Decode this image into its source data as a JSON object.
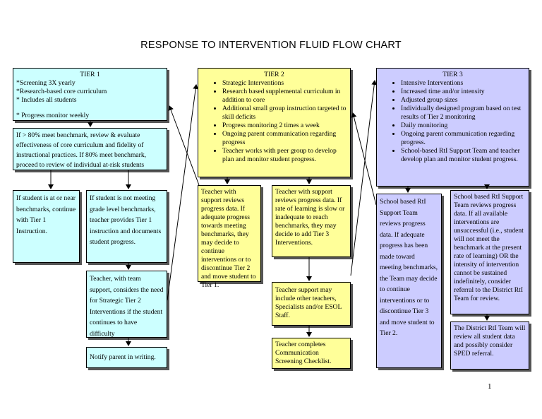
{
  "title": "RESPONSE TO INTERVENTION FLUID FLOW CHART",
  "tier1": {
    "heading": "TIER  1",
    "lines": [
      "*Screening 3X yearly",
      "*Research-based core curriculum",
      "* Includes all students"
    ],
    "monitor": "* Progress monitor weekly"
  },
  "tier1_review": "If > 80% meet benchmark, review & evaluate effectiveness of core curriculum and fidelity of instructional practices.  If  80% meet benchmark, proceed to review of individual at-risk students",
  "tier1_at_benchmark": "If student is at or near benchmarks, continue with Tier 1 Instruction.",
  "tier1_not_meeting": "If student is not meeting grade level benchmarks, teacher provides Tier 1 instruction  and documents student progress.",
  "tier1_team": "Teacher, with team support,  considers the need for Strategic Tier 2 Interventions if the student continues to have difficulty",
  "notify_parent": "Notify parent in writing.",
  "tier2": {
    "heading": "TIER  2",
    "items": [
      "Strategic Interventions",
      "Research based supplemental curriculum in addition to core",
      "Additional small group instruction targeted to skill deficits",
      "Progress monitoring 2 times a week",
      "Ongoing parent communication regarding progress",
      "Teacher works with peer group to develop plan and monitor student progress."
    ]
  },
  "tier2_adequate": "Teacher with support reviews progress data.  If adequate progress towards meeting benchmarks, they may decide to continue interventions or to discontinue Tier 2 and move student to Tier 1.",
  "tier2_inadequate": "Teacher with support reviews progress data.  If rate of learning is slow or inadequate to reach benchmarks, they may decide to add Tier 3 Interventions.",
  "tier2_support": "Teacher support may include other teachers, Specialists and/or ESOL Staff.",
  "tier2_screening": "Teacher completes Communication Screening Checklist.",
  "tier3": {
    "heading": "TIER  3",
    "items": [
      "Intensive Interventions",
      "Increased time and/or intensity",
      "Adjusted group sizes",
      "Individually designed program based on test results of Tier 2 monitoring",
      "Daily monitoring",
      "Ongoing parent communication regarding progress.",
      "School-based RtI Support Team and teacher develop plan and monitor student progress."
    ]
  },
  "tier3_adequate": "School based RtI Support Team reviews progress data.  If adequate progress has been made toward meeting benchmarks, the Team may decide to continue interventions or to discontinue Tier 3 and move student to Tier 2.",
  "tier3_unsuccessful": "School based RtI Support Team reviews progress data.  If all available interventions are unsuccessful (i.e., student will not meet the benchmark at the present rate of learning) OR the intensity of intervention cannot be sustained indefinitely, consider referral to the District RtI Team for review.",
  "district_team": "The District RtI Team will review all student data and possibly consider SPED referral.",
  "page_number": "1"
}
